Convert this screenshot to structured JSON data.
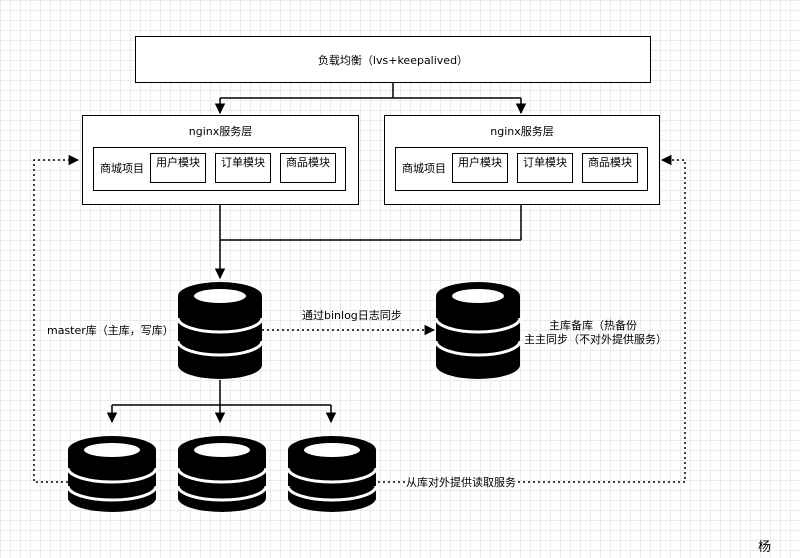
{
  "load_balancer": {
    "label": "负载均衡（lvs+keepalived）"
  },
  "nginx_left": {
    "title": "nginx服务层",
    "project_label": "商城项目",
    "modules": [
      "用户模块",
      "订单模块",
      "商品模块"
    ]
  },
  "nginx_right": {
    "title": "nginx服务层",
    "project_label": "商城项目",
    "modules": [
      "用户模块",
      "订单模块",
      "商品模块"
    ]
  },
  "master_db": {
    "label": "master库（主库，写库）"
  },
  "binlog": {
    "label": "通过binlog日志同步"
  },
  "backup_db": {
    "line1": "主库备库（热备份",
    "line2": "主主同步（不对外提供服务）"
  },
  "slaves": {
    "label": "从库对外提供读取服务"
  },
  "signature": {
    "text": "杨"
  }
}
